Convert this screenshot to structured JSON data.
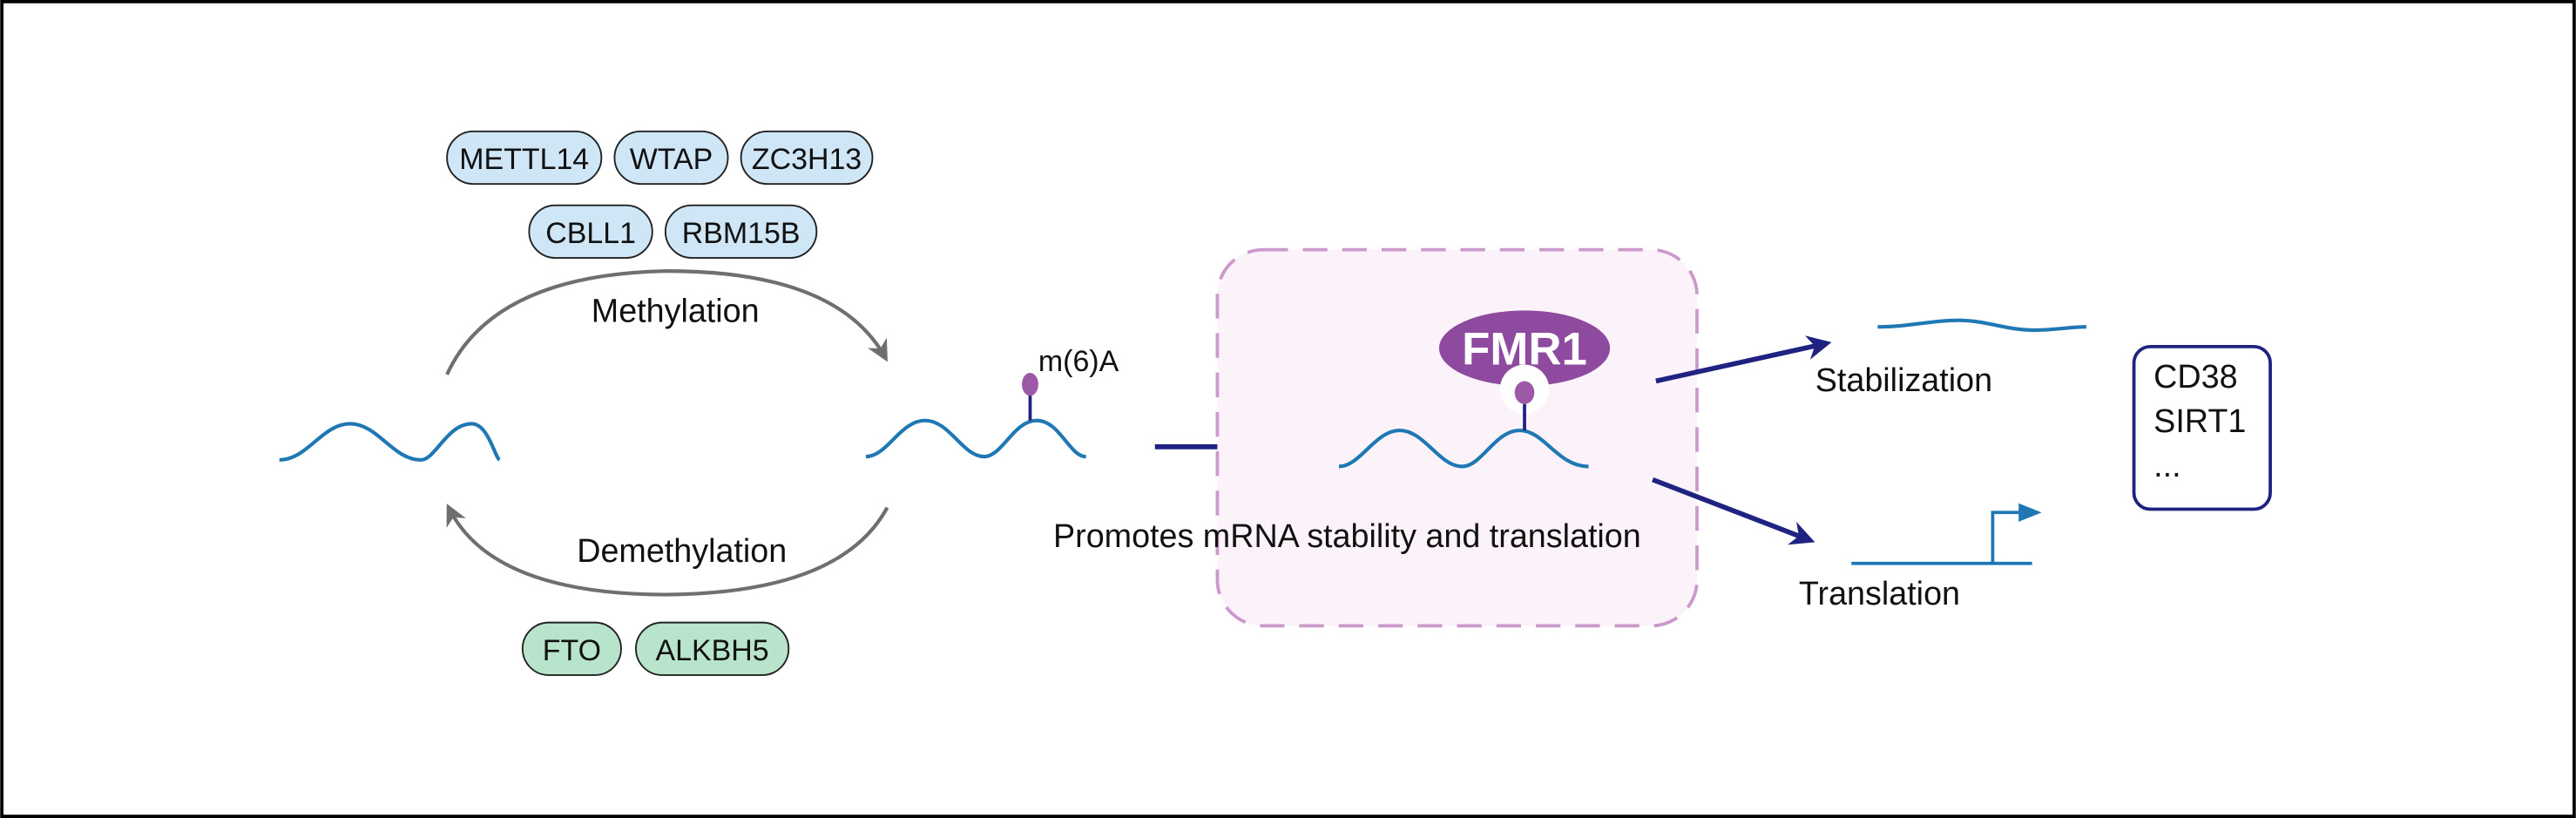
{
  "writers": [
    "METTL14",
    "WTAP",
    "ZC3H13",
    "CBLL1",
    "RBM15B"
  ],
  "erasers": [
    "FTO",
    "ALKBH5"
  ],
  "labels": {
    "methylation": "Methylation",
    "demethylation": "Demethylation",
    "m6a": "m(6)A",
    "reader": "FMR1",
    "promotes": "Promotes mRNA stability and translation",
    "stabilization": "Stabilization",
    "translation": "Translation"
  },
  "targets": [
    "CD38",
    "SIRT1",
    "..."
  ],
  "colors": {
    "writer_fill": "#cfe6f7",
    "eraser_fill": "#b9e4cc",
    "mrna": "#1f77b4",
    "m6a_mark": "#9b59a6",
    "reader": "#8e4a9e",
    "reader_box_fill": "#fbf3f9",
    "reader_box_stroke": "#cc99cc",
    "cycle_arrow": "#6f6f6f",
    "flow_arrow": "#1f2280",
    "target_box": "#1f2280"
  }
}
